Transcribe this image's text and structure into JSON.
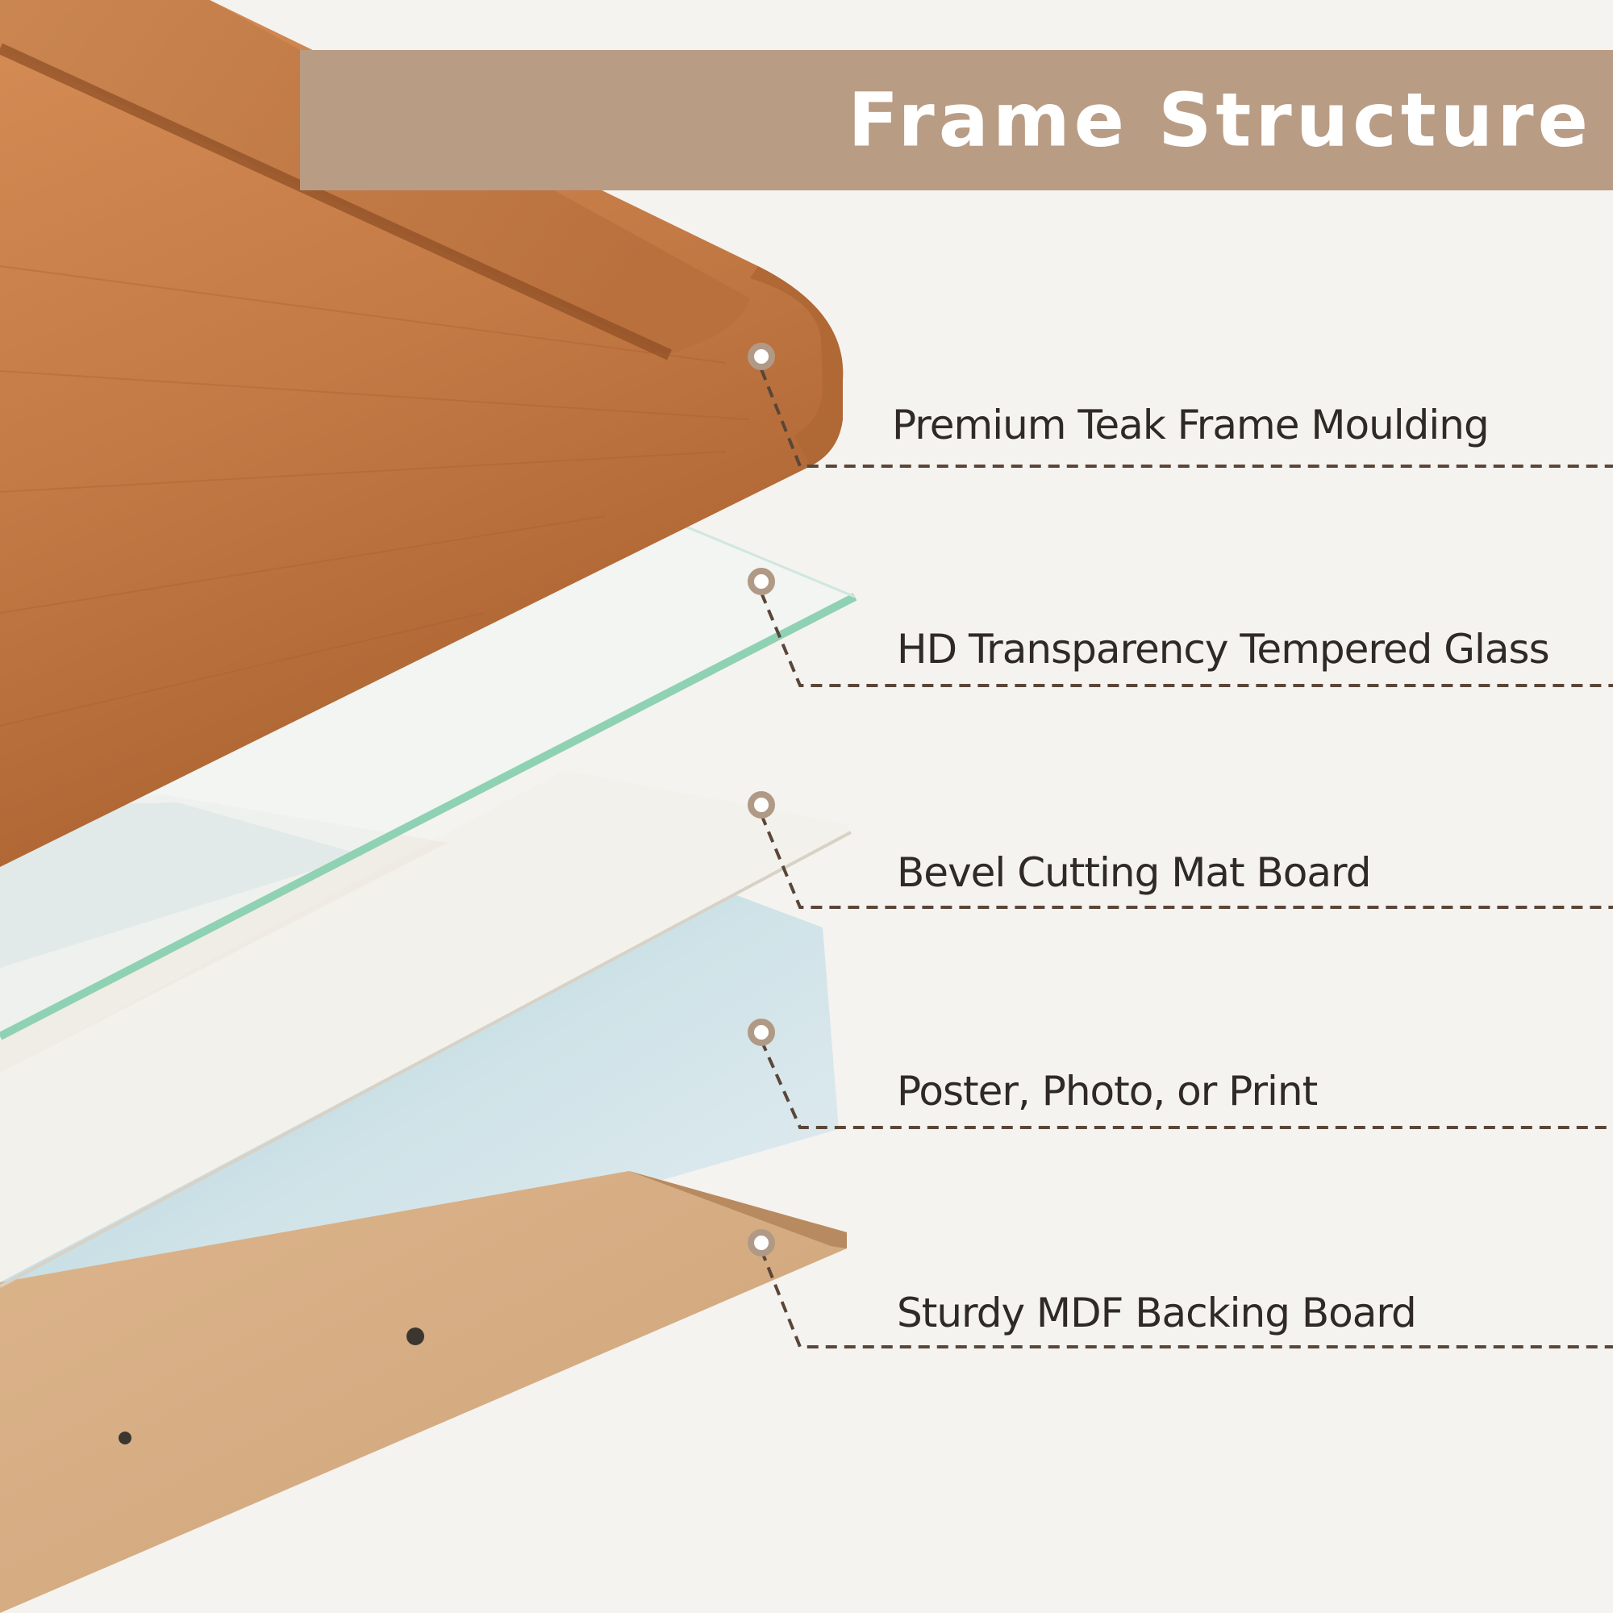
{
  "title": "Frame Structure",
  "colors": {
    "banner": "#b99c84",
    "background": "#f5f3ef",
    "wood": "#c47a45",
    "glass_edge": "#7fc7a6",
    "mat_board": "#f1efea",
    "photo": "#b8d6dc",
    "mdf": "#d7ae84",
    "leader_line": "#5a4638",
    "marker_ring": "#b09a86"
  },
  "layers": [
    {
      "label": "Premium Teak Frame Moulding"
    },
    {
      "label": "HD Transparency Tempered Glass"
    },
    {
      "label": "Bevel Cutting Mat Board"
    },
    {
      "label": "Poster, Photo, or Print"
    },
    {
      "label": "Sturdy MDF Backing Board"
    }
  ]
}
